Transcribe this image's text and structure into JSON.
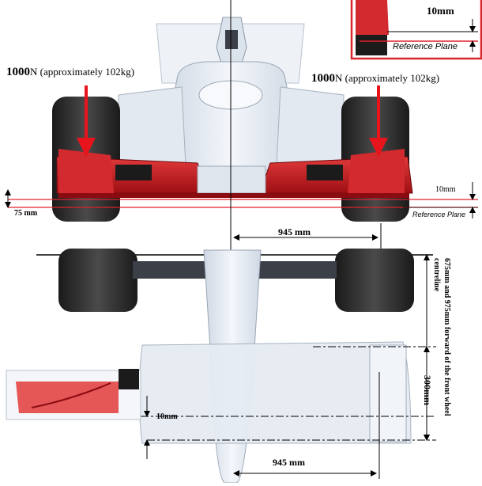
{
  "labels": {
    "load_left_value": "1000",
    "load_left_unit": "N (approximately 102kg)",
    "load_right_value": "1000",
    "load_right_unit": "N (approximately 102kg)",
    "inset_gap": "10mm",
    "inset_reference": "Reference Plane",
    "front_gap": "10mm",
    "front_reference": "Reference Plane",
    "height_75": "75 mm",
    "half_track_top": "945 mm",
    "forward_span": "675mm and 975mm forward of the front wheel centreline",
    "plate_length": "300mm",
    "detail_gap": "10mm",
    "half_track_bottom": "945 mm"
  },
  "colors": {
    "load_arrow": "#e8141b",
    "reference_line": "#e0212a",
    "wing_red": "#c8141b",
    "inset_border": "#d9262c",
    "body_light": "#e8edf4",
    "tyre": "#2a2a2a",
    "dimension_line": "#000000"
  },
  "icons": {
    "load_arrow": "down-arrow-icon",
    "dimension_arrow": "double-arrow-icon"
  }
}
